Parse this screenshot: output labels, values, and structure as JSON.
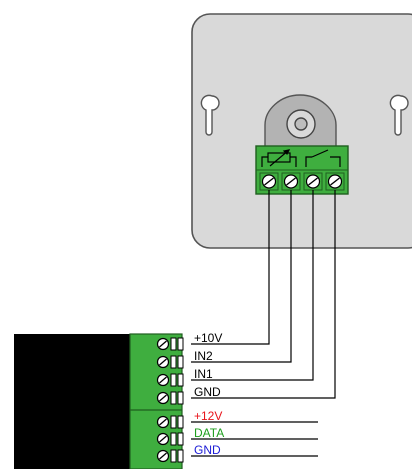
{
  "terminal_labels": [
    {
      "text": "+10V",
      "color": "#000000"
    },
    {
      "text": "IN2",
      "color": "#000000"
    },
    {
      "text": "IN1",
      "color": "#000000"
    },
    {
      "text": "GND",
      "color": "#000000"
    }
  ],
  "supply_labels": [
    {
      "text": "+12V",
      "color": "#e8141b"
    },
    {
      "text": "DATA",
      "color": "#1e9e1e"
    },
    {
      "text": "GND",
      "color": "#1c1cd6"
    }
  ],
  "colors": {
    "plate": "#d9d9d9",
    "plate_border": "#555555",
    "rotary_body": "#b3b3b3",
    "terminal_green": "#3fae3f",
    "terminal_green_dark": "#2f8f2f",
    "module_body": "#000000",
    "wire": "#000000"
  },
  "icons": [
    "potentiometer-icon",
    "relay-switch-icon",
    "screw-terminal-icon",
    "keyhole-slot-icon"
  ]
}
